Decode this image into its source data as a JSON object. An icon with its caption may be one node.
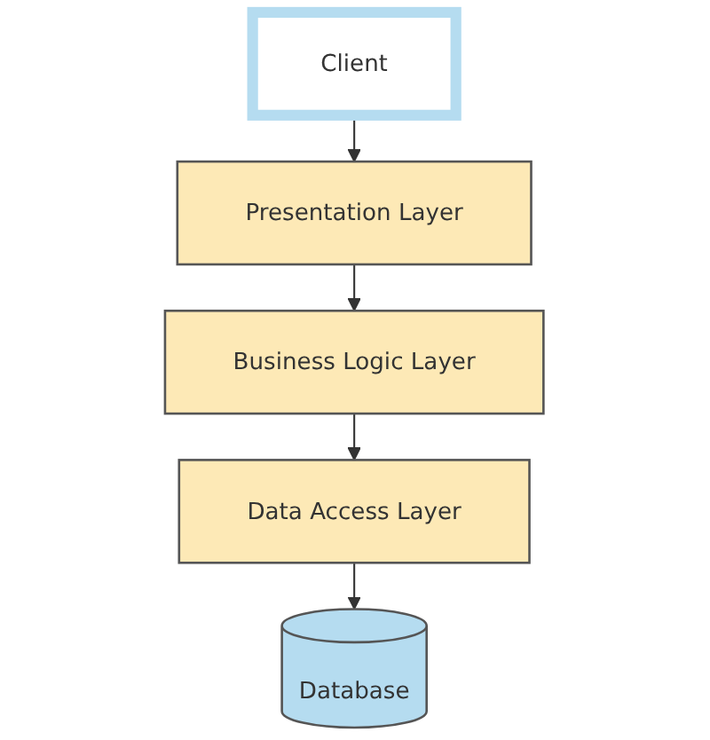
{
  "diagram": {
    "nodes": [
      {
        "text": [
          "Client"
        ]
      },
      {
        "text": [
          "Presentation Layer"
        ]
      },
      {
        "text": [
          "Business Logic Layer"
        ]
      },
      {
        "text": [
          "Data Access Layer"
        ]
      },
      {
        "text": [
          "Database"
        ]
      }
    ],
    "edges": [
      {
        "from": 0,
        "to": 1,
        "arrow": "to"
      },
      {
        "from": 1,
        "to": 2,
        "arrow": "to"
      },
      {
        "from": 2,
        "to": 3,
        "arrow": "to"
      },
      {
        "from": 3,
        "to": 4,
        "arrow": "to"
      }
    ]
  }
}
